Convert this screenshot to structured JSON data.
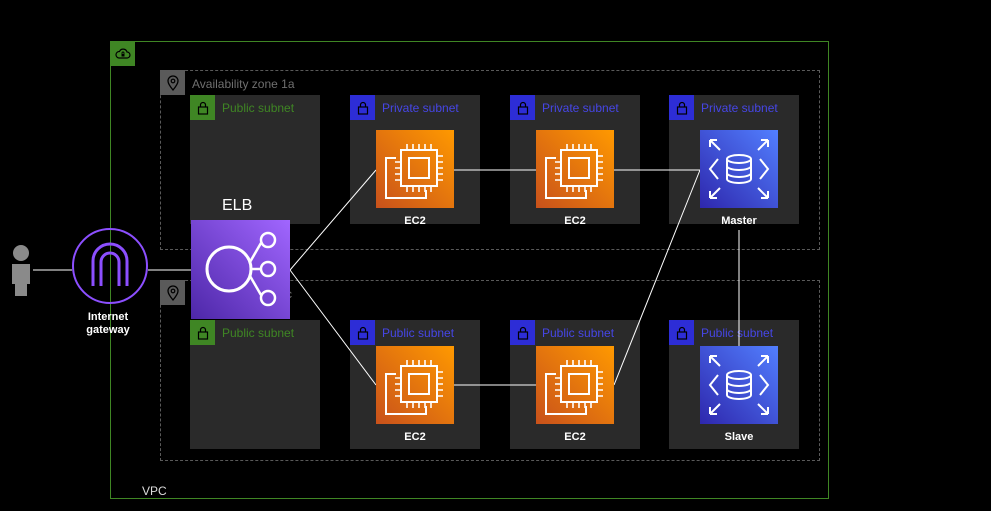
{
  "vpc": {
    "label": "VPC",
    "icon": "cloud-lock-icon",
    "color": "#3f8624"
  },
  "availability_zones": [
    {
      "label": "Availability zone 1a",
      "icon": "location-pin-icon"
    },
    {
      "label": "c",
      "icon": "location-pin-icon"
    }
  ],
  "subnets": [
    {
      "label": "Public subnet",
      "type": "public"
    },
    {
      "label": "Private subnet",
      "type": "private"
    },
    {
      "label": "Private subnet",
      "type": "private"
    },
    {
      "label": "Private subnet",
      "type": "private"
    },
    {
      "label": "Public subnet",
      "type": "public"
    },
    {
      "label": "Public subnet",
      "type": "private"
    },
    {
      "label": "Public subnet",
      "type": "private"
    },
    {
      "label": "Public subnet",
      "type": "private"
    }
  ],
  "nodes": {
    "elb": {
      "label": "ELB",
      "icon": "load-balancer-icon"
    },
    "igw": {
      "label": "Internet gateway",
      "icon": "internet-gateway-icon"
    },
    "user": {
      "icon": "user-icon"
    },
    "ec2": [
      {
        "label": "EC2",
        "icon": "ec2-chip-icon"
      },
      {
        "label": "EC2",
        "icon": "ec2-chip-icon"
      },
      {
        "label": "EC2",
        "icon": "ec2-chip-icon"
      },
      {
        "label": "EC2",
        "icon": "ec2-chip-icon"
      }
    ],
    "master": {
      "label": "Master",
      "icon": "database-icon"
    },
    "slave": {
      "label": "Slave",
      "icon": "database-icon"
    }
  },
  "colors": {
    "public": "#3f8624",
    "private": "#2d2dd6",
    "ec2": "#ff9900",
    "rds": "#527fff",
    "elb": "#a166ff",
    "igw": "#8c4fff"
  }
}
